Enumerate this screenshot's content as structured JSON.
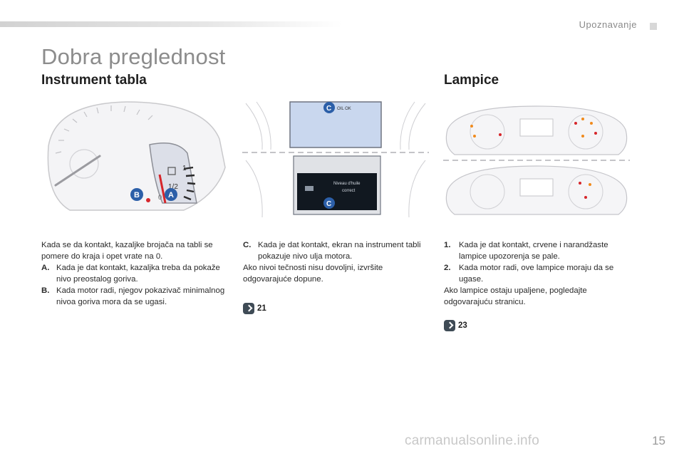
{
  "header": {
    "section": "Upoznavanje",
    "title": "Dobra preglednost"
  },
  "left": {
    "heading": "Instrument tabla",
    "gauge": {
      "mark_one": "1",
      "mark_half": "1/2",
      "mark_zero": "0",
      "callout_a": "A",
      "callout_b": "B"
    },
    "intro": "Kada se da kontakt, kazaljke brojača na tabli se pomere do kraja i opet vrate na 0.",
    "items": [
      {
        "label": "A.",
        "text": "Kada je dat kontakt, kazaljka treba da pokaže nivo preostalog goriva."
      },
      {
        "label": "B.",
        "text": "Kada motor radi, njegov pokazivač minimalnog nivoa goriva mora da se ugasi."
      }
    ]
  },
  "middle": {
    "screen_top": {
      "callout": "C",
      "text": "OIL OK"
    },
    "screen_bottom": {
      "callout": "C",
      "text_line1": "Niveau d'huile",
      "text_line2": "correct"
    },
    "items": [
      {
        "label": "C.",
        "text": "Kada je dat kontakt, ekran na instrument tabli pokazuje nivo ulja motora."
      }
    ],
    "note": "Ako nivoi tečnosti nisu dovoljni, izvršite odgovarajuće dopune.",
    "page_ref": "21"
  },
  "right": {
    "heading": "Lampice",
    "items": [
      {
        "label": "1.",
        "text": "Kada je dat kontakt, crvene i narandžaste lampice upozorenja se pale."
      },
      {
        "label": "2.",
        "text": "Kada motor radi, ove lampice moraju da se ugase."
      }
    ],
    "note": "Ako lampice ostaju upaljene, pogledajte odgovarajuću stranicu.",
    "page_ref": "23"
  },
  "footer": {
    "page_number": "15",
    "watermark": "carmanualsonline.info"
  },
  "colors": {
    "callout_blue": "#2c5fa8",
    "needle_red": "#d6262b",
    "warning_orange": "#f08a1c",
    "screen_light": "#c9d7ee",
    "screen_dark": "#111820"
  }
}
